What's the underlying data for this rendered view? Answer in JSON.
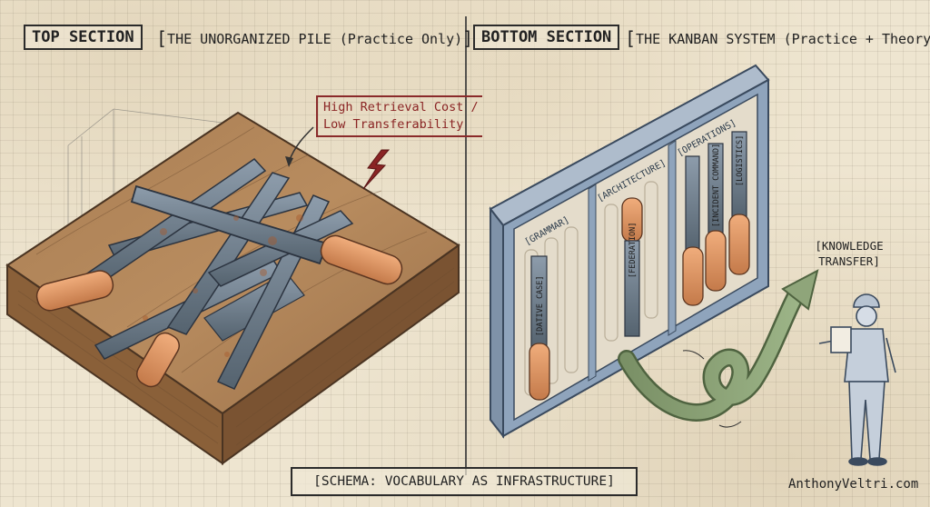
{
  "top_section": {
    "title": "TOP SECTION",
    "subtitle": "THE UNORGANIZED PILE (Practice Only)"
  },
  "bottom_section": {
    "title": "BOTTOM SECTION",
    "subtitle": "THE KANBAN SYSTEM (Practice + Theory)"
  },
  "annotation": {
    "line1": "High Retrieval Cost /",
    "line2": "Low Transferability"
  },
  "board": {
    "columns": [
      {
        "label": "[GRAMMAR]",
        "tools": [
          "[DATIVE CASE]"
        ]
      },
      {
        "label": "[ARCHITECTURE]",
        "tools": [
          "[FEDERATION]"
        ]
      },
      {
        "label": "[OPERATIONS]",
        "tools": [
          "[INCIDENT COMMAND]",
          "[LOGISTICS]"
        ]
      }
    ]
  },
  "knowledge_transfer": {
    "line1": "[KNOWLEDGE",
    "line2": "TRANSFER]"
  },
  "schema_caption": "[SCHEMA: VOCABULARY AS INFRASTRUCTURE]",
  "credit": "AnthonyVeltri.com",
  "colors": {
    "wood": "#b08456",
    "steel": "#6f7f8f",
    "handle": "#d99263",
    "board_frame": "#8fa4bc",
    "annotation": "#8a2424",
    "arrow": "#8fa57a"
  },
  "icons": [
    "lightning-bolt-icon",
    "curved-arrow-icon",
    "person-with-clipboard-icon"
  ]
}
